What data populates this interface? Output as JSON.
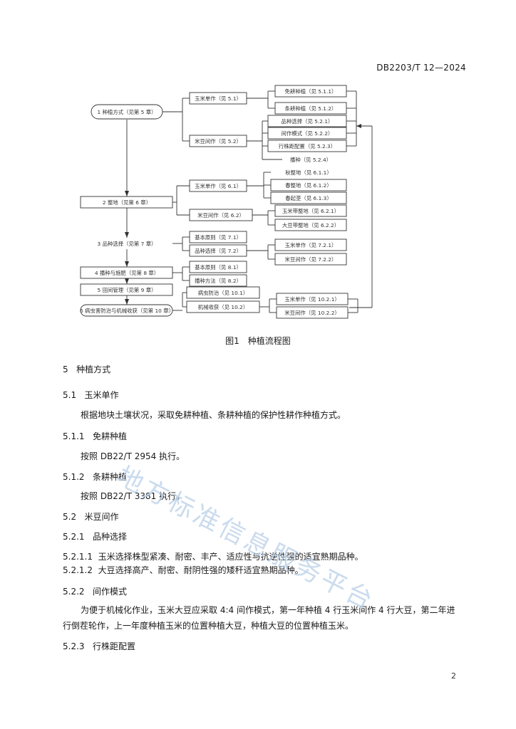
{
  "header": {
    "doc_code": "DB2203/T 12—2024"
  },
  "flowchart": {
    "stages": [
      "1 种植方式（见第 5 章）",
      "2 整地（见第 6 章）",
      "3 品种选择（见第 7 章）",
      "4 播种与施肥（见第 8 章）",
      "5 田间管理（见第 9 章）",
      "6 病虫害防治与机械收获（见第 10 章）"
    ],
    "mid": [
      "玉米单作（见 5.1）",
      "米豆间作（见 5.2）",
      "玉米单作（见 6.1）",
      "米豆间作（见 6.2）",
      "基本原则（见 7.1）",
      "品种选择（见 7.2）",
      "基本原则（见 8.1）",
      "播种方法（见 8.2）",
      "病虫防治（见 10.1）",
      "机械收获（见 10.2）"
    ],
    "right": [
      "免耕种植（见 5.1.1）",
      "条耕种植（见 5.1.2）",
      "品种选择（见 5.2.1）",
      "间作模式（见 5.2.2）",
      "行株距配置（见 5.2.3）",
      "播种（见 5.2.4）",
      "秋整地（见 6.1.1）",
      "春整地（见 6.1.2）",
      "春起垄（见 6.1.3）",
      "玉米带整地（见 6.2.1）",
      "大豆带整地（见 6.2.2）",
      "玉米单作（见 7.2.1）",
      "米豆间作（见 7.2.2）",
      "玉米单作（见 10.2.1）",
      "米豆间作（见 10.2.2）"
    ]
  },
  "figure": {
    "caption": "图1　种植流程图"
  },
  "sections": {
    "s5": {
      "num": "5",
      "title": "种植方式"
    },
    "s5_1": {
      "num": "5.1",
      "title": "玉米单作"
    },
    "p5_1": "根据地块土壤状况，采取免耕种植、条耕种植的保护性耕作种植方式。",
    "s5_1_1": {
      "num": "5.1.1",
      "title": "免耕种植"
    },
    "p5_1_1": "按照 DB22/T 2954 执行。",
    "s5_1_2": {
      "num": "5.1.2",
      "title": "条耕种植"
    },
    "p5_1_2": "按照 DB22/T 3381 执行。",
    "s5_2": {
      "num": "5.2",
      "title": "米豆间作"
    },
    "s5_2_1": {
      "num": "5.2.1",
      "title": "品种选择"
    },
    "i5_2_1_1": {
      "num": "5.2.1.1",
      "text": "玉米选择株型紧凑、耐密、丰产、适应性与抗逆性强的适宜熟期品种。"
    },
    "i5_2_1_2": {
      "num": "5.2.1.2",
      "text": "大豆选择高产、耐密、耐阴性强的矮秆适宜熟期品种。"
    },
    "s5_2_2": {
      "num": "5.2.2",
      "title": "间作模式"
    },
    "p5_2_2": "为便于机械化作业，玉米大豆应采取 4:4 间作模式，第一年种植 4 行玉米间作 4 行大豆，第二年进行倒茬轮作，上一年度种植玉米的位置种植大豆，种植大豆的位置种植玉米。",
    "s5_2_3": {
      "num": "5.2.3",
      "title": "行株距配置"
    }
  },
  "watermark": "地方标准信息服务平台",
  "footer": {
    "page_number": "2"
  }
}
